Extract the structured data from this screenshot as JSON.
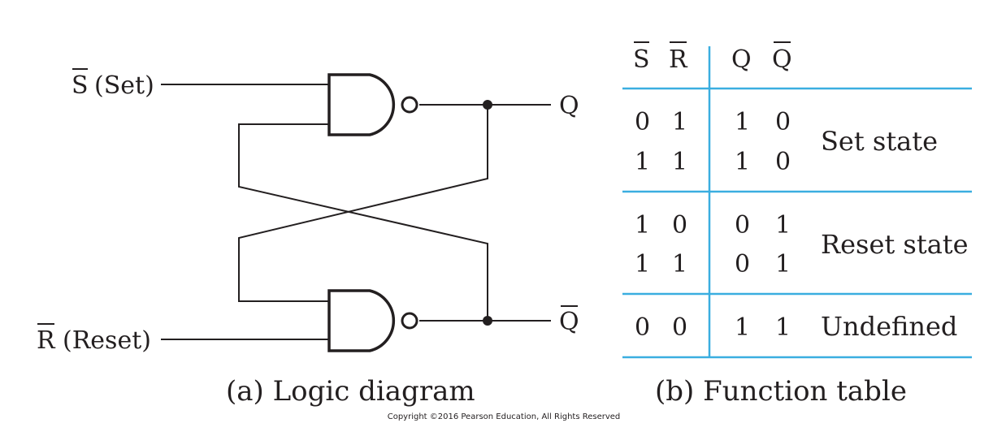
{
  "diagram": {
    "input_s_label": "S",
    "input_s_suffix": "(Set)",
    "input_r_label": "R",
    "input_r_suffix": "(Reset)",
    "output_q_label": "Q",
    "output_qbar_label": "Q",
    "caption": "(a) Logic diagram"
  },
  "table": {
    "headers": [
      "S",
      "R",
      "Q",
      "Q"
    ],
    "groups": [
      {
        "state": "Set state",
        "rows": [
          [
            "0",
            "1",
            "1",
            "0"
          ],
          [
            "1",
            "1",
            "1",
            "0"
          ]
        ]
      },
      {
        "state": "Reset state",
        "rows": [
          [
            "1",
            "0",
            "0",
            "1"
          ],
          [
            "1",
            "1",
            "0",
            "1"
          ]
        ]
      },
      {
        "state": "Undefined",
        "rows": [
          [
            "0",
            "0",
            "1",
            "1"
          ]
        ]
      }
    ],
    "caption": "(b) Function table",
    "line_color": "#3aaee0"
  },
  "copyright": "Copyright ©2016 Pearson Education, All Rights Reserved"
}
